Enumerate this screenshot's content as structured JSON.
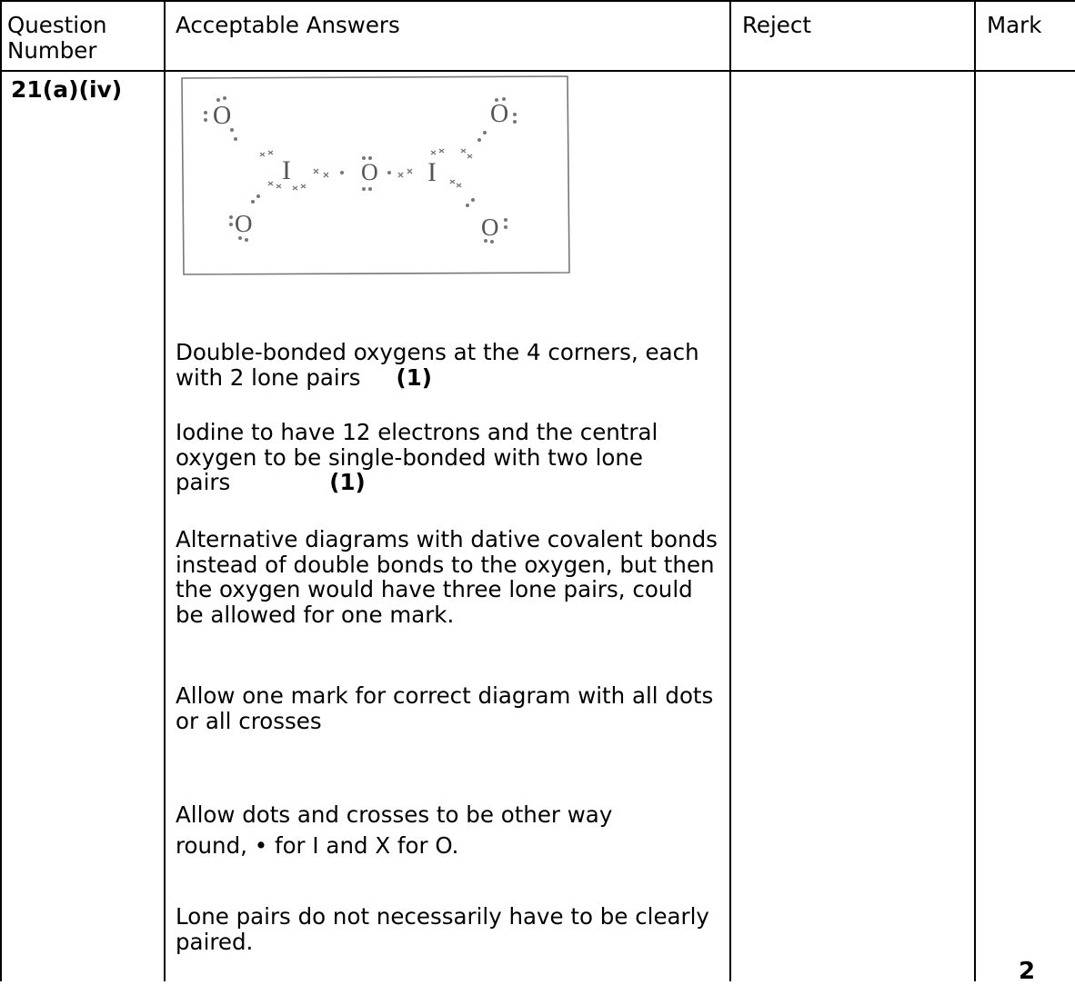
{
  "header": {
    "question_number_line1": "Question",
    "question_number_line2": "Number",
    "acceptable_answers": "Acceptable Answers",
    "reject": "Reject",
    "mark": "Mark"
  },
  "row": {
    "question_number": "21(a)(iv)",
    "diagram": {
      "iodine_label": "I",
      "oxygen_label": "O"
    },
    "answers": [
      {
        "text": "Double-bonded oxygens at the 4 corners, each with 2 lone pairs",
        "mark": "(1)"
      },
      {
        "text": "Iodine to have 12 electrons and the central oxygen to be single-bonded with two lone pairs",
        "mark": "(1)"
      },
      {
        "text": "Alternative diagrams with dative covalent bonds instead of double bonds to the oxygen, but then the oxygen would have three lone pairs, could be allowed for one mark."
      },
      {
        "text": "Allow one mark for correct diagram with all dots or all crosses"
      },
      {
        "text_line1": "Allow dots and crosses to be other way",
        "text_line2": "round, • for I and X for O."
      },
      {
        "text": "Lone pairs do not necessarily have to be clearly paired."
      }
    ],
    "reject": "",
    "mark": "2"
  }
}
